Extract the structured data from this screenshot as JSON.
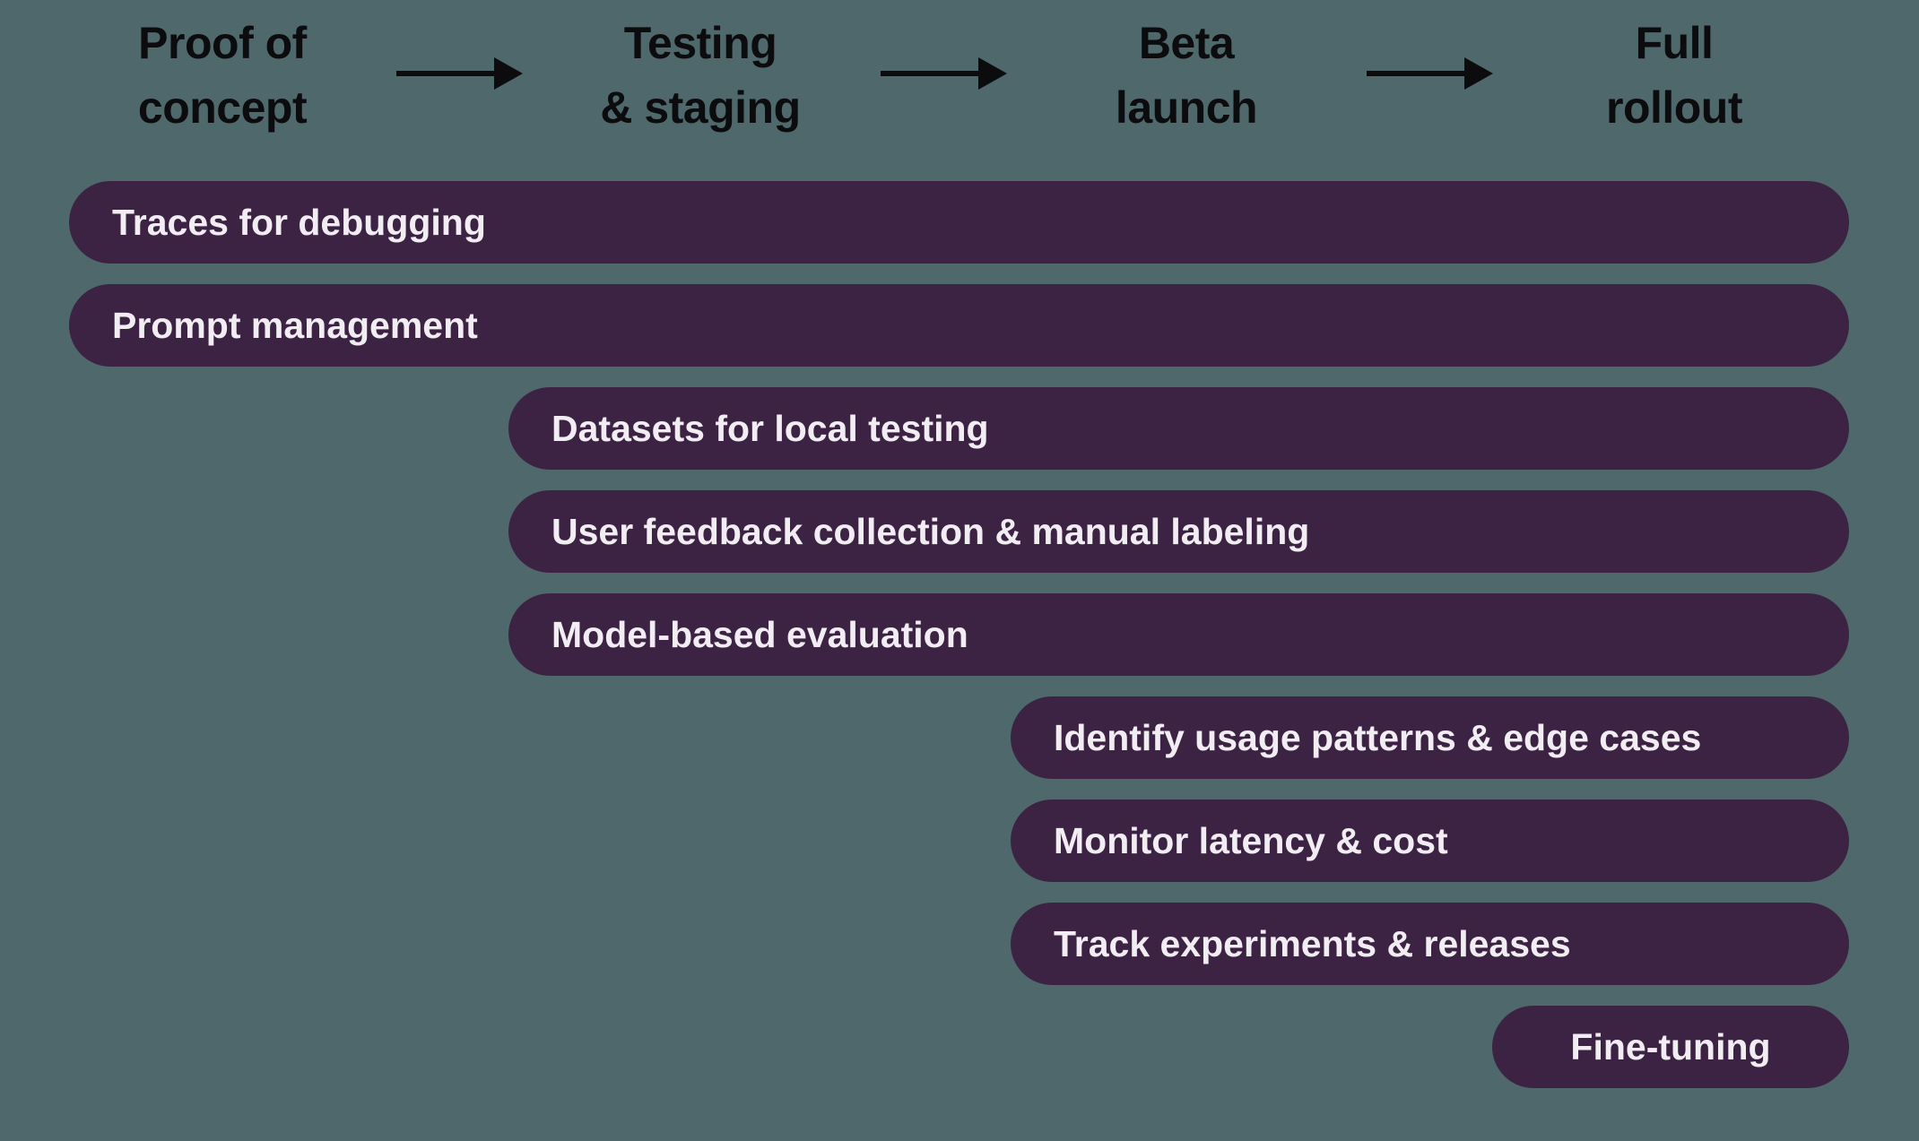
{
  "colors": {
    "background": "#4e686c",
    "bar_fill": "#3d2343",
    "bar_text": "#f1edf3",
    "header_text": "#0c0c0e",
    "arrow": "#0c0c0e"
  },
  "stages": [
    {
      "label": "Proof of\nconcept"
    },
    {
      "label": "Testing\n& staging"
    },
    {
      "label": "Beta\nlaunch"
    },
    {
      "label": "Full\nrollout"
    }
  ],
  "bars": [
    {
      "label": "Traces for debugging",
      "start_stage": "Proof of concept",
      "end_stage": "Full rollout"
    },
    {
      "label": "Prompt management",
      "start_stage": "Proof of concept",
      "end_stage": "Full rollout"
    },
    {
      "label": "Datasets for local testing",
      "start_stage": "Testing & staging",
      "end_stage": "Full rollout"
    },
    {
      "label": "User feedback collection & manual labeling",
      "start_stage": "Testing & staging",
      "end_stage": "Full rollout"
    },
    {
      "label": "Model-based evaluation",
      "start_stage": "Testing & staging",
      "end_stage": "Full rollout"
    },
    {
      "label": "Identify usage patterns & edge cases",
      "start_stage": "Beta launch",
      "end_stage": "Full rollout"
    },
    {
      "label": "Monitor latency & cost",
      "start_stage": "Beta launch",
      "end_stage": "Full rollout"
    },
    {
      "label": "Track experiments & releases",
      "start_stage": "Beta launch",
      "end_stage": "Full rollout"
    },
    {
      "label": "Fine-tuning",
      "start_stage": "Full rollout",
      "end_stage": "Full rollout"
    }
  ]
}
